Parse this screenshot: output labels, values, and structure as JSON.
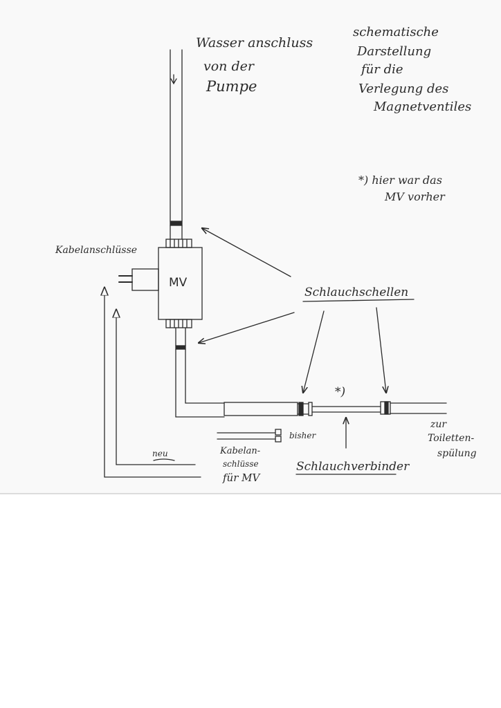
{
  "colors": {
    "ink": "#2b2b2b",
    "paper": "#f9f9f9",
    "background": "#ffffff"
  },
  "labels": {
    "water_inlet": [
      "Wasser anschluss",
      "von der",
      "Pumpe"
    ],
    "title": [
      "schematische",
      "Darstellung",
      "für die",
      "Verlegung des",
      "Magnetventiles"
    ],
    "footnote": [
      "*) hier war das",
      "MV vorher"
    ],
    "cable_connections": "Kabelanschlüsse",
    "valve": "MV",
    "hose_clamps": "Schlauchschellen",
    "asterisk_mark": "*)",
    "previously": "bisher",
    "new": "neu",
    "cable_connections_mv": [
      "Kabelan-",
      "schlüsse",
      "für MV"
    ],
    "hose_connector": "Schlauchverbinder",
    "toilet_flush": [
      "zur",
      "Toiletten-",
      "spülung"
    ]
  }
}
